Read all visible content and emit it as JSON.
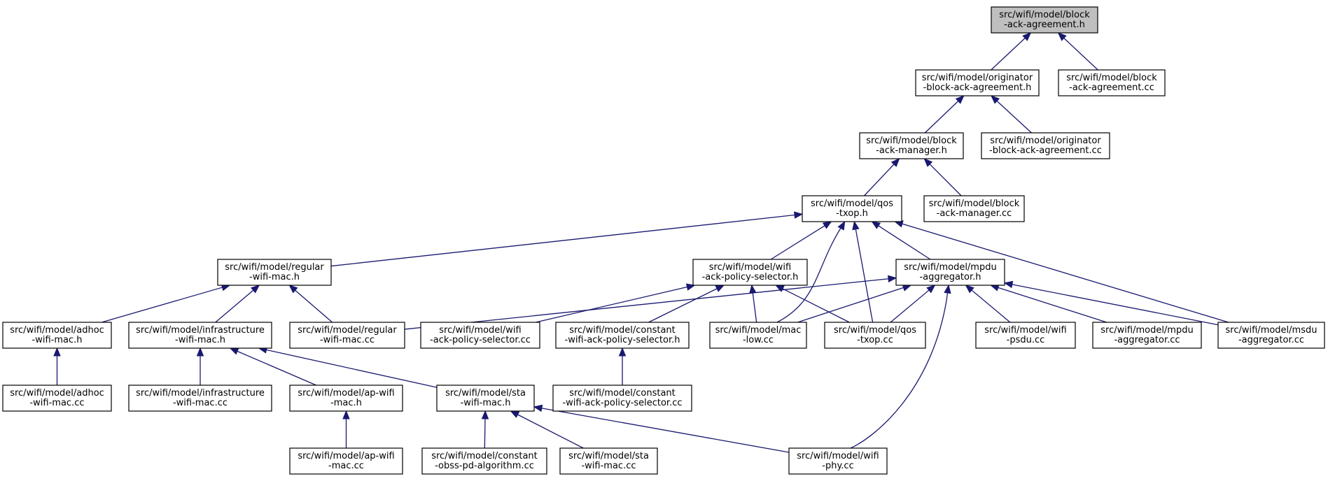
{
  "nodes": {
    "block_ack_agreement_h": [
      "src/wifi/model/block",
      "-ack-agreement.h"
    ],
    "originator_block_ack_agreement_h": [
      "src/wifi/model/originator",
      "-block-ack-agreement.h"
    ],
    "block_ack_agreement_cc": [
      "src/wifi/model/block",
      "-ack-agreement.cc"
    ],
    "block_ack_manager_h": [
      "src/wifi/model/block",
      "-ack-manager.h"
    ],
    "originator_block_ack_agreement_cc": [
      "src/wifi/model/originator",
      "-block-ack-agreement.cc"
    ],
    "qos_txop_h": [
      "src/wifi/model/qos",
      "-txop.h"
    ],
    "block_ack_manager_cc": [
      "src/wifi/model/block",
      "-ack-manager.cc"
    ],
    "regular_wifi_mac_h": [
      "src/wifi/model/regular",
      "-wifi-mac.h"
    ],
    "wifi_ack_policy_selector_h": [
      "src/wifi/model/wifi",
      "-ack-policy-selector.h"
    ],
    "mpdu_aggregator_h": [
      "src/wifi/model/mpdu",
      "-aggregator.h"
    ],
    "adhoc_wifi_mac_h": [
      "src/wifi/model/adhoc",
      "-wifi-mac.h"
    ],
    "infrastructure_wifi_mac_h": [
      "src/wifi/model/infrastructure",
      "-wifi-mac.h"
    ],
    "regular_wifi_mac_cc": [
      "src/wifi/model/regular",
      "-wifi-mac.cc"
    ],
    "wifi_ack_policy_selector_cc": [
      "src/wifi/model/wifi",
      "-ack-policy-selector.cc"
    ],
    "constant_wifi_ack_policy_selector_h": [
      "src/wifi/model/constant",
      "-wifi-ack-policy-selector.h"
    ],
    "mac_low_cc": [
      "src/wifi/model/mac",
      "-low.cc"
    ],
    "qos_txop_cc": [
      "src/wifi/model/qos",
      "-txop.cc"
    ],
    "wifi_psdu_cc": [
      "src/wifi/model/wifi",
      "-psdu.cc"
    ],
    "mpdu_aggregator_cc": [
      "src/wifi/model/mpdu",
      "-aggregator.cc"
    ],
    "msdu_aggregator_cc": [
      "src/wifi/model/msdu",
      "-aggregator.cc"
    ],
    "adhoc_wifi_mac_cc": [
      "src/wifi/model/adhoc",
      "-wifi-mac.cc"
    ],
    "infrastructure_wifi_mac_cc": [
      "src/wifi/model/infrastructure",
      "-wifi-mac.cc"
    ],
    "ap_wifi_mac_h": [
      "src/wifi/model/ap-wifi",
      "-mac.h"
    ],
    "sta_wifi_mac_h": [
      "src/wifi/model/sta",
      "-wifi-mac.h"
    ],
    "constant_wifi_ack_policy_selector_cc": [
      "src/wifi/model/constant",
      "-wifi-ack-policy-selector.cc"
    ],
    "ap_wifi_mac_cc": [
      "src/wifi/model/ap-wifi",
      "-mac.cc"
    ],
    "constant_obss_pd_algorithm_cc": [
      "src/wifi/model/constant",
      "-obss-pd-algorithm.cc"
    ],
    "sta_wifi_mac_cc": [
      "src/wifi/model/sta",
      "-wifi-mac.cc"
    ],
    "wifi_phy_cc": [
      "src/wifi/model/wifi",
      "-phy.cc"
    ]
  },
  "root": "block_ack_agreement_h",
  "edges": [
    [
      "block_ack_agreement_h",
      "originator_block_ack_agreement_h"
    ],
    [
      "block_ack_agreement_h",
      "block_ack_agreement_cc"
    ],
    [
      "originator_block_ack_agreement_h",
      "block_ack_manager_h"
    ],
    [
      "originator_block_ack_agreement_h",
      "originator_block_ack_agreement_cc"
    ],
    [
      "block_ack_manager_h",
      "qos_txop_h"
    ],
    [
      "block_ack_manager_h",
      "block_ack_manager_cc"
    ],
    [
      "qos_txop_h",
      "regular_wifi_mac_h"
    ],
    [
      "qos_txop_h",
      "wifi_ack_policy_selector_h"
    ],
    [
      "qos_txop_h",
      "mpdu_aggregator_h"
    ],
    [
      "qos_txop_h",
      "mac_low_cc"
    ],
    [
      "qos_txop_h",
      "qos_txop_cc"
    ],
    [
      "qos_txop_h",
      "msdu_aggregator_cc"
    ],
    [
      "regular_wifi_mac_h",
      "adhoc_wifi_mac_h"
    ],
    [
      "regular_wifi_mac_h",
      "infrastructure_wifi_mac_h"
    ],
    [
      "regular_wifi_mac_h",
      "regular_wifi_mac_cc"
    ],
    [
      "wifi_ack_policy_selector_h",
      "wifi_ack_policy_selector_cc"
    ],
    [
      "wifi_ack_policy_selector_h",
      "constant_wifi_ack_policy_selector_h"
    ],
    [
      "wifi_ack_policy_selector_h",
      "mac_low_cc"
    ],
    [
      "wifi_ack_policy_selector_h",
      "qos_txop_cc"
    ],
    [
      "mpdu_aggregator_h",
      "regular_wifi_mac_cc"
    ],
    [
      "mpdu_aggregator_h",
      "mac_low_cc"
    ],
    [
      "mpdu_aggregator_h",
      "qos_txop_cc"
    ],
    [
      "mpdu_aggregator_h",
      "wifi_psdu_cc"
    ],
    [
      "mpdu_aggregator_h",
      "mpdu_aggregator_cc"
    ],
    [
      "mpdu_aggregator_h",
      "msdu_aggregator_cc"
    ],
    [
      "mpdu_aggregator_h",
      "wifi_phy_cc"
    ],
    [
      "adhoc_wifi_mac_h",
      "adhoc_wifi_mac_cc"
    ],
    [
      "infrastructure_wifi_mac_h",
      "infrastructure_wifi_mac_cc"
    ],
    [
      "infrastructure_wifi_mac_h",
      "ap_wifi_mac_h"
    ],
    [
      "infrastructure_wifi_mac_h",
      "sta_wifi_mac_h"
    ],
    [
      "constant_wifi_ack_policy_selector_h",
      "constant_wifi_ack_policy_selector_cc"
    ],
    [
      "ap_wifi_mac_h",
      "ap_wifi_mac_cc"
    ],
    [
      "sta_wifi_mac_h",
      "constant_obss_pd_algorithm_cc"
    ],
    [
      "sta_wifi_mac_h",
      "sta_wifi_mac_cc"
    ],
    [
      "sta_wifi_mac_h",
      "wifi_phy_cc"
    ]
  ]
}
